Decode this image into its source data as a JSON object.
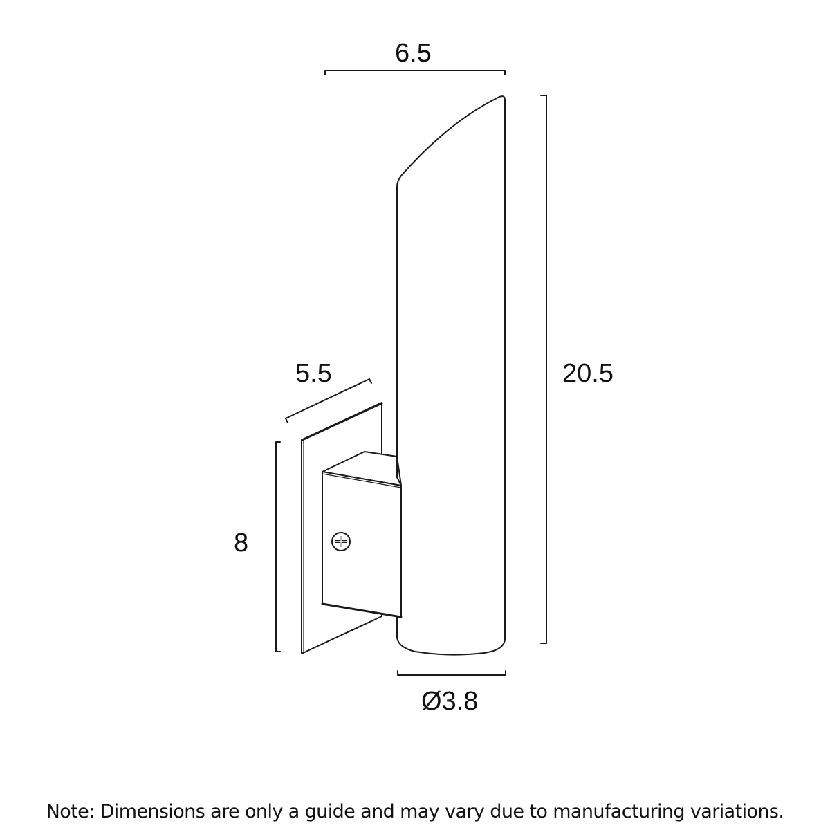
{
  "figure": {
    "type": "dimension-drawing",
    "subject": "cylindrical wall light with angled-cut top and square wall plate",
    "line_color": "#1a1a1a",
    "background": "#ffffff"
  },
  "dimensions": {
    "top_width": "6.5",
    "overall_height": "20.5",
    "plate_width": "5.5",
    "plate_height": "8",
    "body_diameter": "Ø3.8"
  },
  "note": {
    "text": "Note: Dimensions are only a guide and may vary due to manufacturing variations."
  }
}
